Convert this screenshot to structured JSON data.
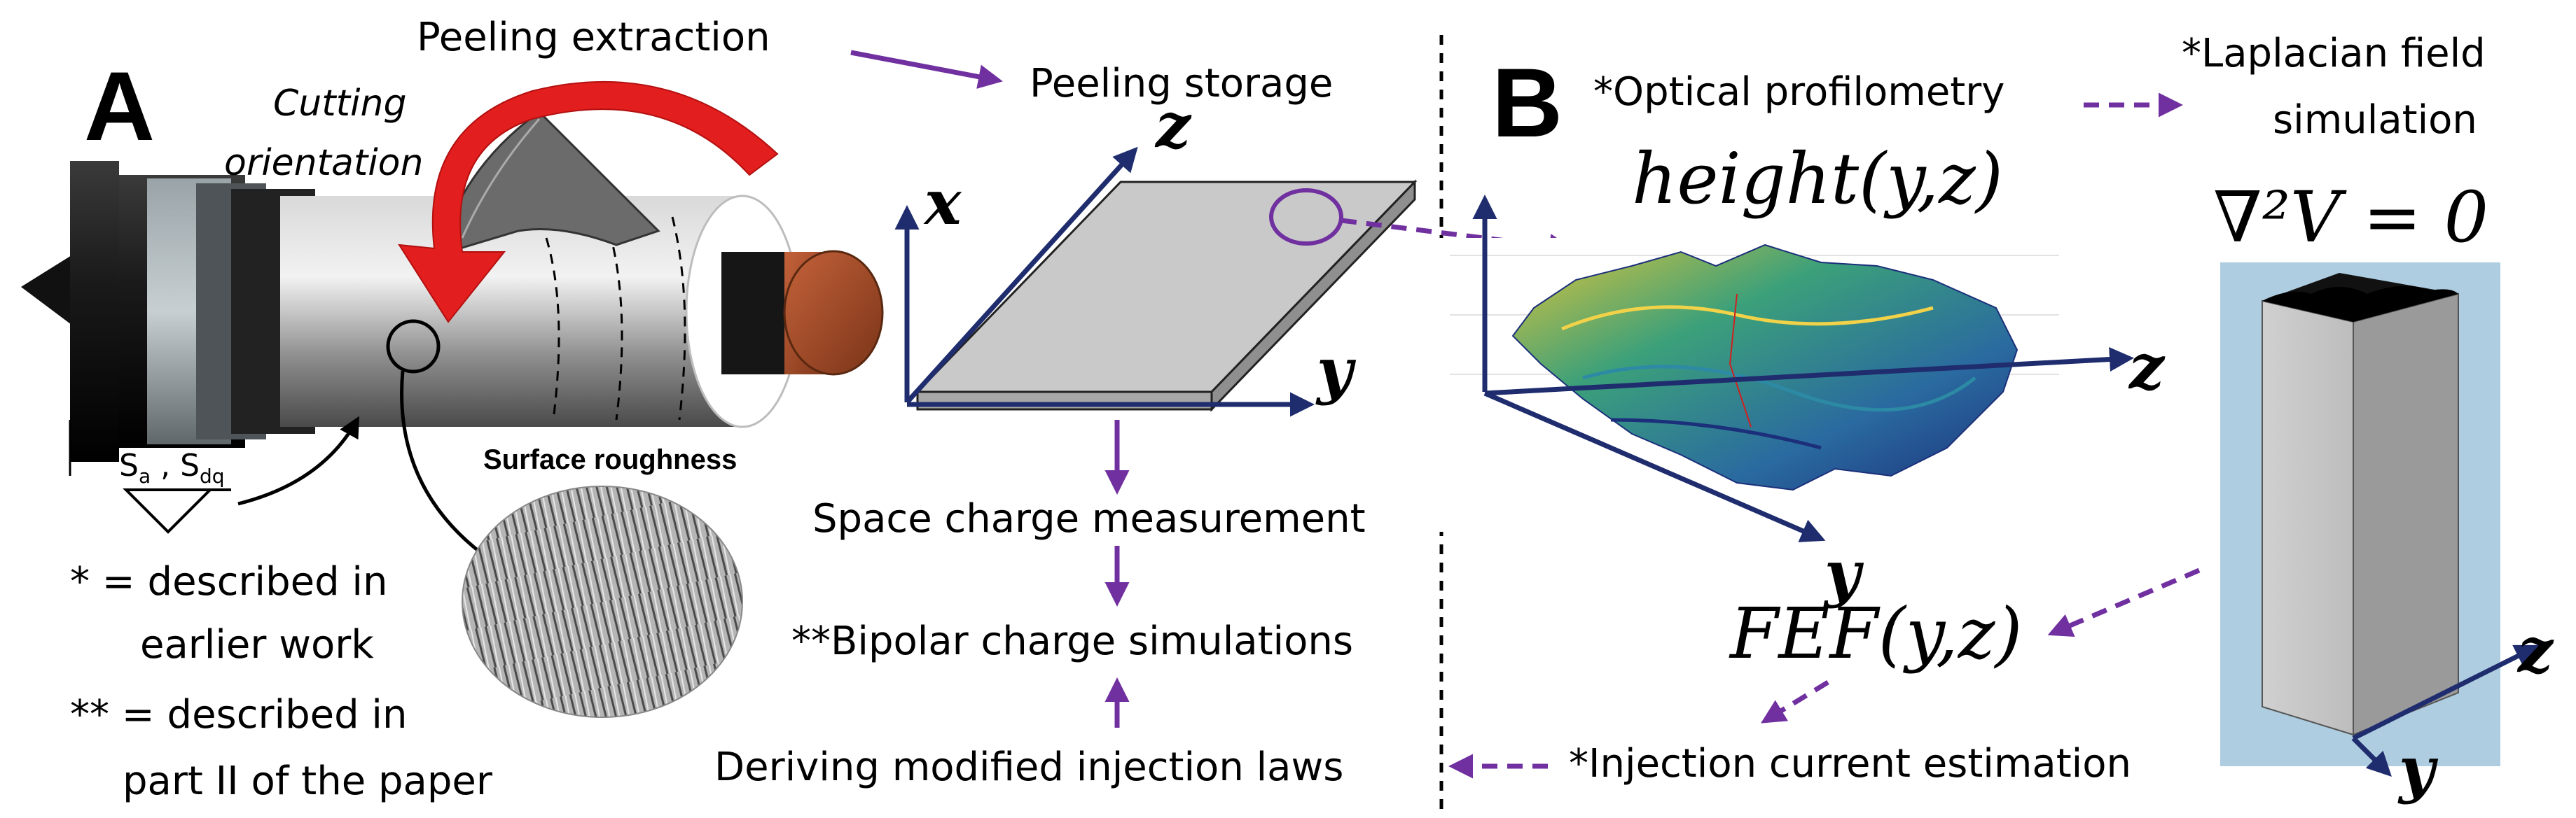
{
  "panel_a": {
    "letter": "A",
    "cutting_orientation_line1": "Cutting",
    "cutting_orientation_line2": "orientation",
    "peeling_extraction": "Peeling extraction",
    "peeling_storage": "Peeling storage",
    "surface_roughness": "Surface roughness",
    "sa_label": "S",
    "sa_sub": "a",
    "sdq_sep": " , S",
    "sdq_sub": "dq",
    "axis_x": "x",
    "axis_y": "y",
    "axis_z": "z",
    "space_charge": "Space charge measurement",
    "bipolar": "**Bipolar charge simulations",
    "deriving": "Deriving modified injection laws",
    "legend_1_line1": "* = described in",
    "legend_1_line2": "earlier work",
    "legend_2_line1": "** = described in",
    "legend_2_line2": "part II of the paper"
  },
  "panel_b": {
    "letter": "B",
    "optical": "*Optical profilometry",
    "laplacian_line1": "*Laplacian field",
    "laplacian_line2": "simulation",
    "height_expr": "height(y,z)",
    "laplace_eq": "∇²V = 0",
    "fef_expr": "FEF(y,z)",
    "injection": "*Injection current estimation",
    "axis_y": "y",
    "axis_z": "z",
    "axis_y2": "y",
    "axis_z2": "z"
  },
  "colors": {
    "purple": "#7030a0",
    "navy": "#1f2d6e",
    "red": "#e31e1e",
    "plate": "#c9c9c9"
  }
}
